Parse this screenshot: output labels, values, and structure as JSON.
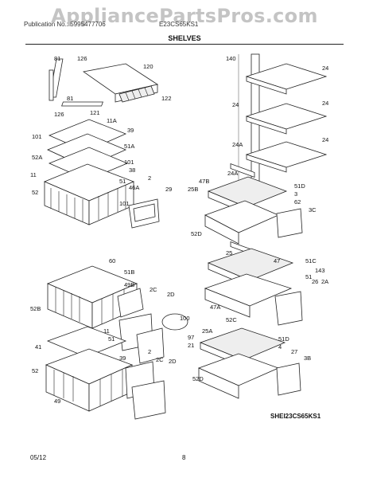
{
  "watermark": "AppliancePartsPros.com",
  "header": {
    "model": "Publication No.: 5995477706",
    "pub": "E23CS65KS1"
  },
  "title": "SHELVES",
  "diagram_code": "SHEI23CS65KS1",
  "footer": {
    "date": "05/12",
    "page": "8"
  },
  "callouts": [
    "81",
    "126",
    "120",
    "81",
    "126",
    "121",
    "122",
    "140",
    "24",
    "24",
    "24",
    "24A",
    "24",
    "24A",
    "11A",
    "39",
    "101",
    "51A",
    "52A",
    "101",
    "38",
    "11",
    "51",
    "2",
    "46A",
    "52",
    "29",
    "101",
    "47B",
    "51D",
    "25B",
    "3",
    "62",
    "3C",
    "52D",
    "60",
    "51B",
    "25",
    "47",
    "51C",
    "143",
    "51",
    "49B",
    "2C",
    "26",
    "2A",
    "2D",
    "52B",
    "100",
    "47A",
    "52C",
    "25A",
    "41",
    "11",
    "51",
    "97",
    "21",
    "51D",
    "52",
    "39",
    "2",
    "2C",
    "2D",
    "4",
    "27",
    "3B",
    "52D",
    "49"
  ]
}
